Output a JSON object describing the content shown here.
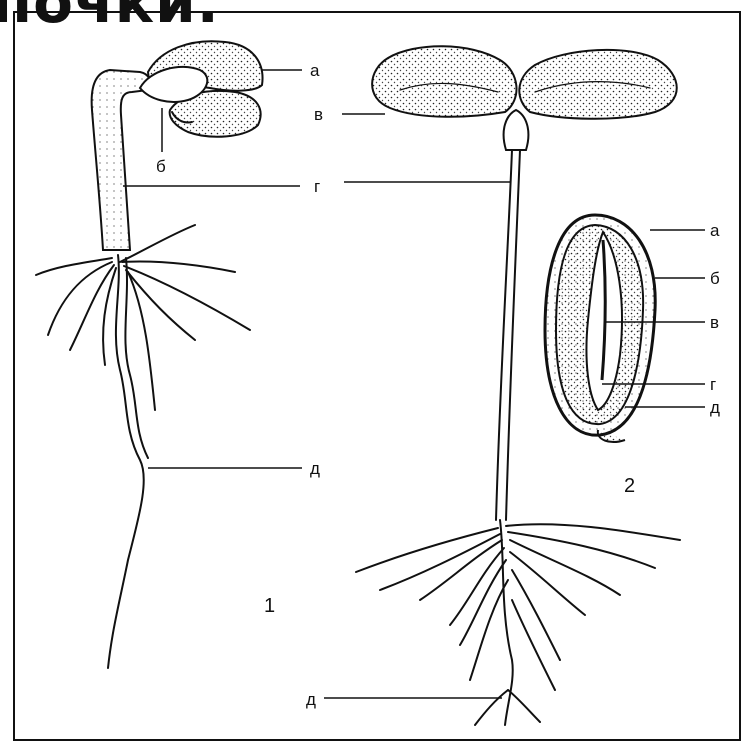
{
  "heading": "почки.",
  "labels": {
    "fig1_a": "а",
    "fig1_b": "б",
    "fig_g": "г",
    "fig1_d": "д",
    "fig2_v": "в",
    "fig2_d": "д",
    "seed_a": "а",
    "seed_b": "б",
    "seed_v": "в",
    "seed_g": "г",
    "seed_d": "д"
  },
  "figure_numbers": {
    "fig1": "1",
    "fig2": "2"
  }
}
